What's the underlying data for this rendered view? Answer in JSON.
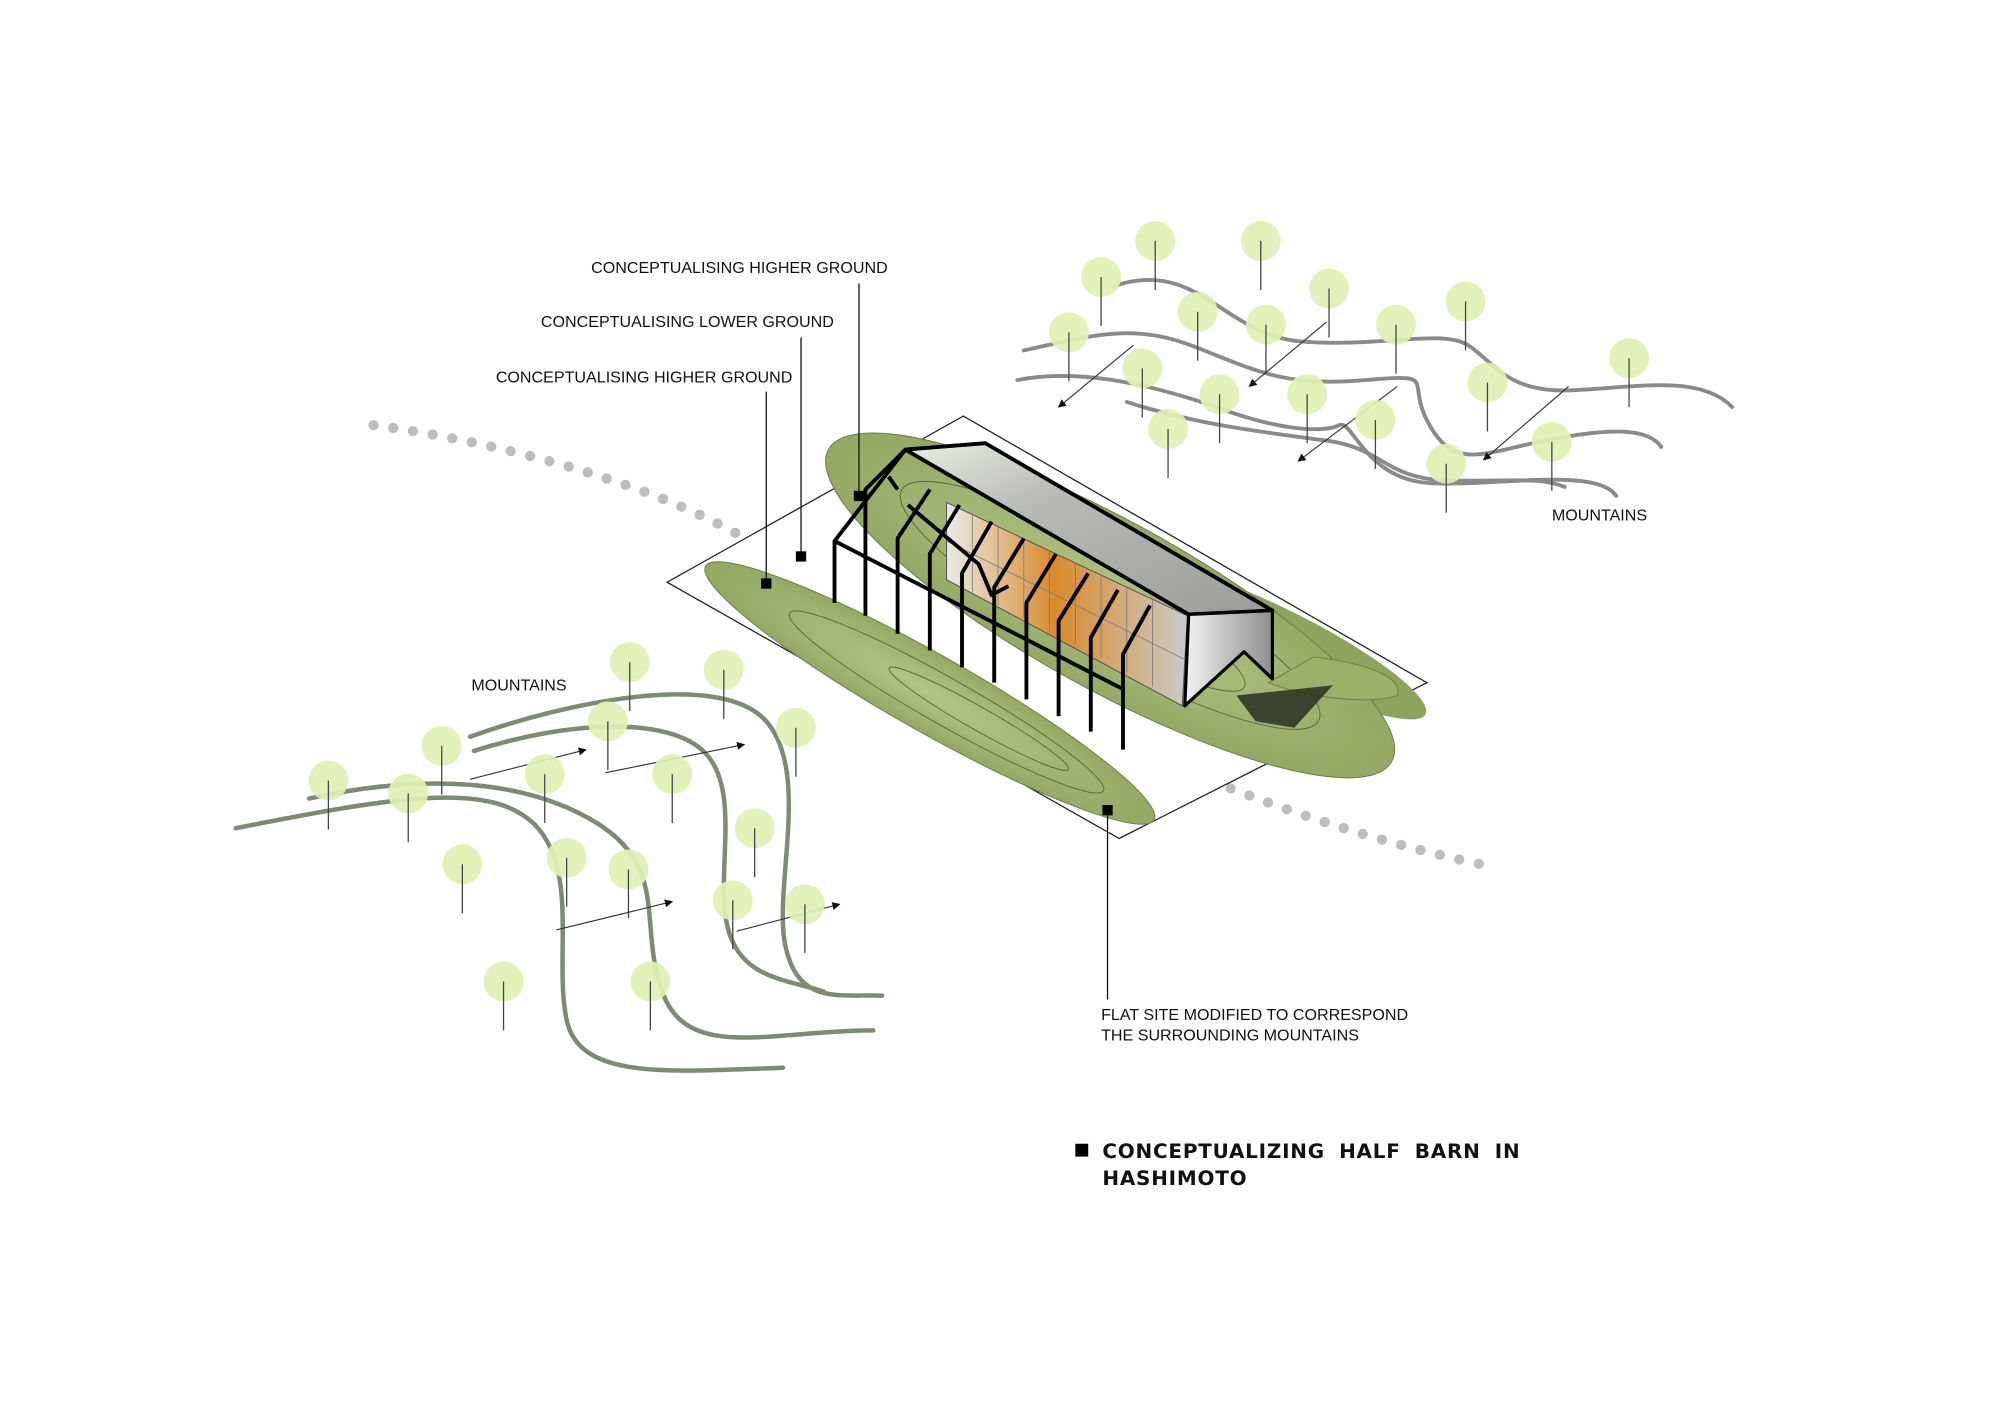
{
  "labels": {
    "higher_ground_top": "CONCEPTUALISING HIGHER GROUND",
    "lower_ground": "CONCEPTUALISING LOWER GROUND",
    "higher_ground_bottom": "CONCEPTUALISING HIGHER GROUND",
    "mountains_right": "MOUNTAINS",
    "mountains_left": "MOUNTAINS",
    "flat_site_line1": "FLAT SITE MODIFIED TO CORRESPOND",
    "flat_site_line2": "THE SURROUNDING MOUNTAINS"
  },
  "title": {
    "line1": "CONCEPTUALIZING HALF BARN IN",
    "line2": "HASHIMOTO"
  },
  "colors": {
    "tree": "#dff0b4",
    "hill": "#9cb06a",
    "dots": "#bdbdbd",
    "roof": "#a9aca8",
    "interior": "#d98a2e"
  }
}
